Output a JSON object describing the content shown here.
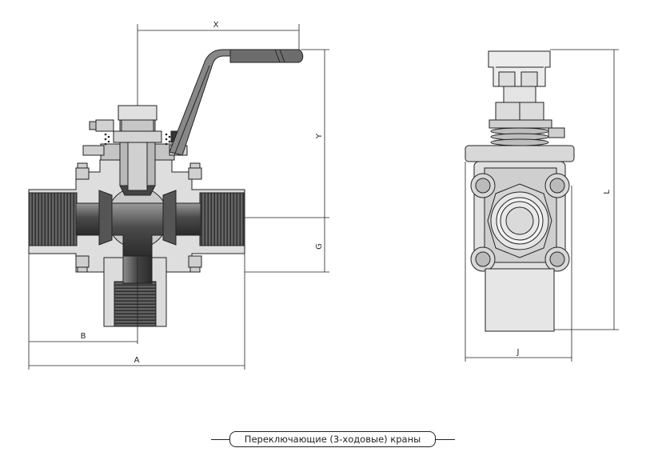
{
  "labels": {
    "x": "X",
    "y": "Y",
    "g": "G",
    "b": "B",
    "a": "A",
    "l": "L",
    "j": "J"
  },
  "caption": "Переключающие (3-ходовые) краны",
  "colors": {
    "line": "#222222",
    "metal_light": "#dedede",
    "metal_mid": "#b9b9b9",
    "metal_dark": "#6e6e6e",
    "thread": "#3a3a3a"
  }
}
